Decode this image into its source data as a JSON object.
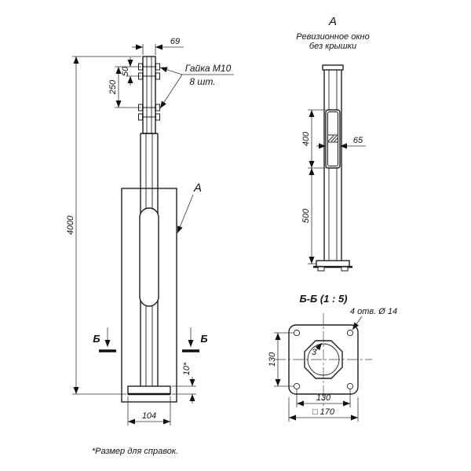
{
  "drawing": {
    "main_view": {
      "dim_width_top": "69",
      "dim_250": "250",
      "dim_50": "50",
      "dim_total_height": "4000",
      "dim_plate_thickness": "10*",
      "dim_plate_width": "104",
      "nut_callout_line1": "Гайка М10",
      "nut_callout_line2": "8 шт.",
      "view_a_marker": "А",
      "section_marker_left": "Б",
      "section_marker_right": "Б"
    },
    "view_a": {
      "title": "А",
      "subtitle_line1": "Ревизионное окно",
      "subtitle_line2": "без крышки",
      "dim_400": "400",
      "dim_500": "500",
      "dim_window_width": "65"
    },
    "section_bb": {
      "title": "Б-Б (1 : 5)",
      "holes_callout": "4 отв. Ø 14",
      "dim_height": "130",
      "dim_width": "130",
      "dim_square": "□ 170",
      "dim_wall": "3"
    },
    "footnote": "*Размер для справок."
  }
}
